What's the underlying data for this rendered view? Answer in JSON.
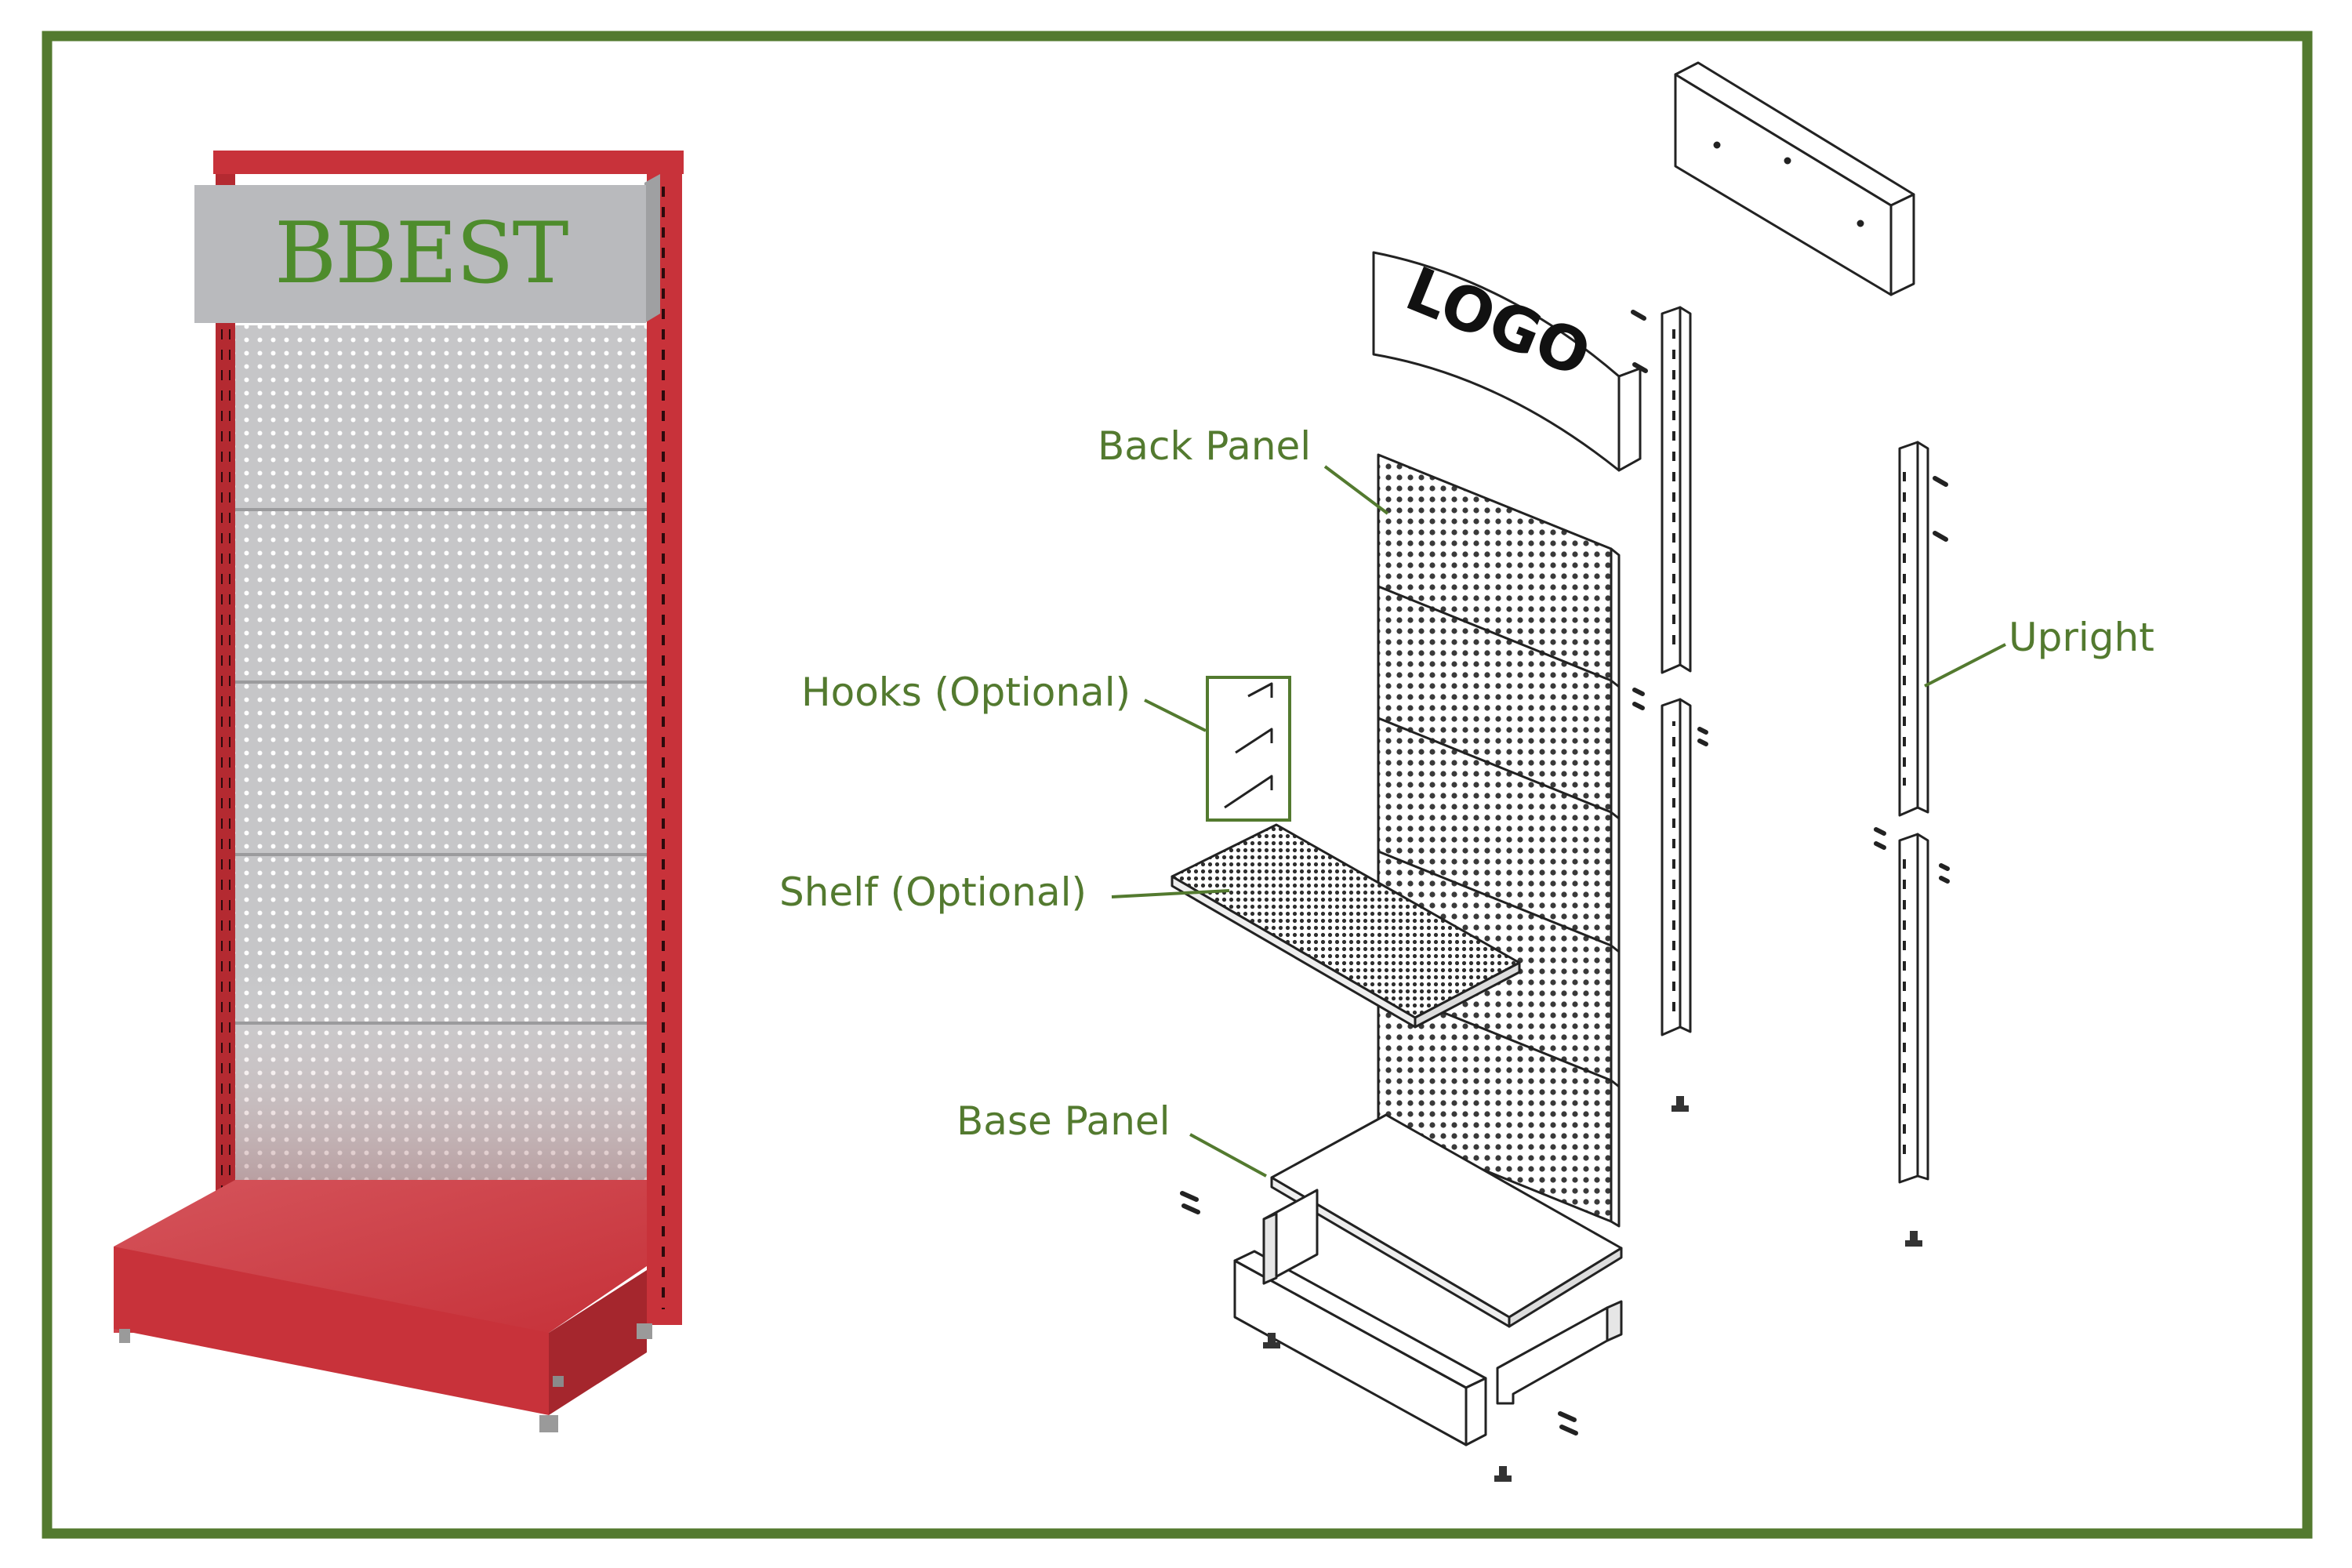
{
  "colors": {
    "frame": "#537a2f",
    "label": "#537a2f",
    "stand_red": "#c8323a",
    "panel_grey": "#c9c9cb",
    "brand_green": "#4e8c2c"
  },
  "product": {
    "brand_text": "BBEST"
  },
  "exploded": {
    "header_text": "LOGO"
  },
  "labels": {
    "back_panel": "Back Panel",
    "upright": "Upright",
    "hooks": "Hooks (Optional)",
    "shelf": "Shelf (Optional)",
    "base_panel": "Base Panel"
  }
}
